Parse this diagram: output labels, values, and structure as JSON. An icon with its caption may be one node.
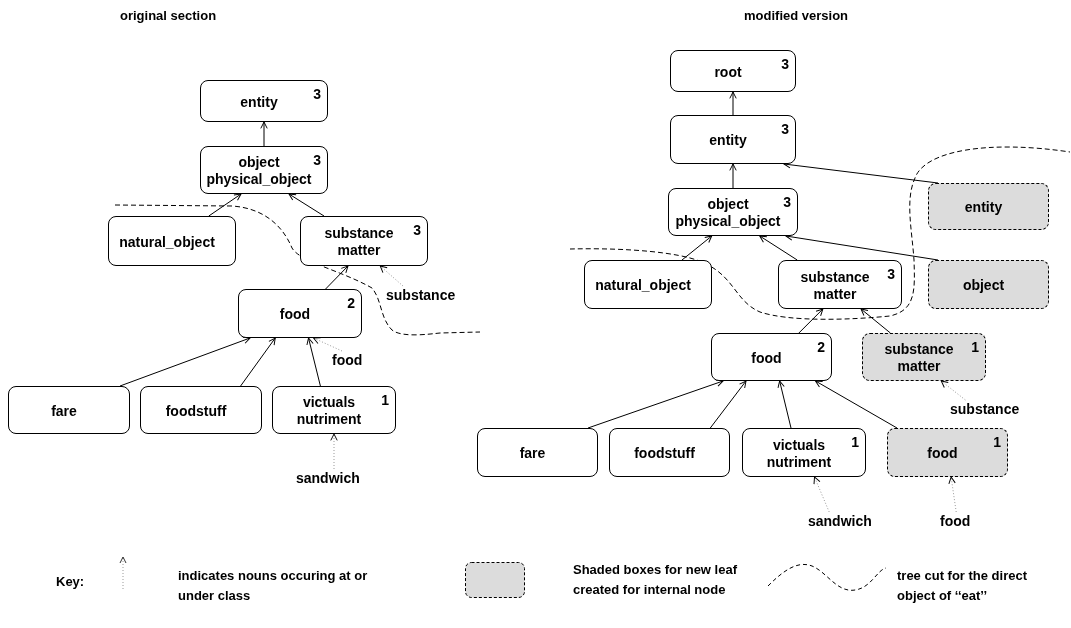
{
  "diagram": {
    "nodes": [
      {
        "text": [
          "entity",
          "3"
        ]
      },
      {
        "text": [
          "object physical_object",
          "3"
        ]
      },
      {
        "text": [
          "natural_object"
        ]
      },
      {
        "text": [
          "substance matter",
          "3"
        ]
      },
      {
        "text": [
          "food",
          "2"
        ]
      },
      {
        "text": [
          "fare"
        ]
      },
      {
        "text": [
          "foodstuff"
        ]
      },
      {
        "text": [
          "victuals nutriment",
          "1"
        ]
      },
      {
        "text": [
          "substance"
        ]
      },
      {
        "text": [
          "food"
        ]
      },
      {
        "text": [
          "sandwich"
        ]
      },
      {
        "text": [
          "root",
          "3"
        ]
      },
      {
        "text": [
          "entity",
          "3"
        ]
      },
      {
        "text": [
          "object physical_object",
          "3"
        ]
      },
      {
        "text": [
          "entity"
        ]
      },
      {
        "text": [
          "natural_object"
        ]
      },
      {
        "text": [
          "substance matter",
          "3"
        ]
      },
      {
        "text": [
          "object"
        ]
      },
      {
        "text": [
          "food",
          "2"
        ]
      },
      {
        "text": [
          "substance matter",
          "1"
        ]
      },
      {
        "text": [
          "fare"
        ]
      },
      {
        "text": [
          "foodstuff"
        ]
      },
      {
        "text": [
          "victuals nutriment",
          "1"
        ]
      },
      {
        "text": [
          "food",
          "1"
        ]
      },
      {
        "text": [
          "substance"
        ]
      },
      {
        "text": [
          "sandwich"
        ]
      },
      {
        "text": [
          "food"
        ]
      }
    ],
    "edges": [
      {
        "from": 1,
        "to": 0,
        "arrow": "to"
      },
      {
        "from": 2,
        "to": 1,
        "arrow": "to"
      },
      {
        "from": 3,
        "to": 1,
        "arrow": "to"
      },
      {
        "from": 4,
        "to": 3,
        "arrow": "to"
      },
      {
        "from": 5,
        "to": 4,
        "arrow": "to"
      },
      {
        "from": 6,
        "to": 4,
        "arrow": "to"
      },
      {
        "from": 7,
        "to": 4,
        "arrow": "to"
      },
      {
        "from": 8,
        "to": 3,
        "arrow": "to",
        "style": "dashed",
        "color": "#999999"
      },
      {
        "from": 9,
        "to": 4,
        "arrow": "to",
        "style": "dashed",
        "color": "#999999"
      },
      {
        "from": 10,
        "to": 7,
        "arrow": "to",
        "style": "dashed",
        "color": "#999999"
      },
      {
        "from": 12,
        "to": 11,
        "arrow": "to"
      },
      {
        "from": 13,
        "to": 12,
        "arrow": "to"
      },
      {
        "from": 14,
        "to": 12,
        "arrow": "to"
      },
      {
        "from": 15,
        "to": 13,
        "arrow": "to"
      },
      {
        "from": 16,
        "to": 13,
        "arrow": "to"
      },
      {
        "from": 17,
        "to": 13,
        "arrow": "to"
      },
      {
        "from": 18,
        "to": 16,
        "arrow": "to"
      },
      {
        "from": 19,
        "to": 16,
        "arrow": "to"
      },
      {
        "from": 20,
        "to": 18,
        "arrow": "to"
      },
      {
        "from": 21,
        "to": 18,
        "arrow": "to"
      },
      {
        "from": 22,
        "to": 18,
        "arrow": "to"
      },
      {
        "from": 23,
        "to": 18,
        "arrow": "to"
      },
      {
        "from": 24,
        "to": 19,
        "arrow": "to",
        "style": "dashed",
        "color": "#999999"
      },
      {
        "from": 25,
        "to": 22,
        "arrow": "to",
        "style": "dashed",
        "color": "#999999"
      },
      {
        "from": 26,
        "to": 23,
        "arrow": "to",
        "style": "dashed",
        "color": "#999999"
      }
    ],
    "labels": [
      "original section",
      "modified version",
      "Key:"
    ],
    "legend": [
      {
        "text": "indicates nouns occuring at or under class"
      },
      {
        "text": "Shaded boxes for new leaf created for internal node"
      },
      {
        "text": "tree cut for the direct object of ‘‘eat’’"
      }
    ]
  }
}
